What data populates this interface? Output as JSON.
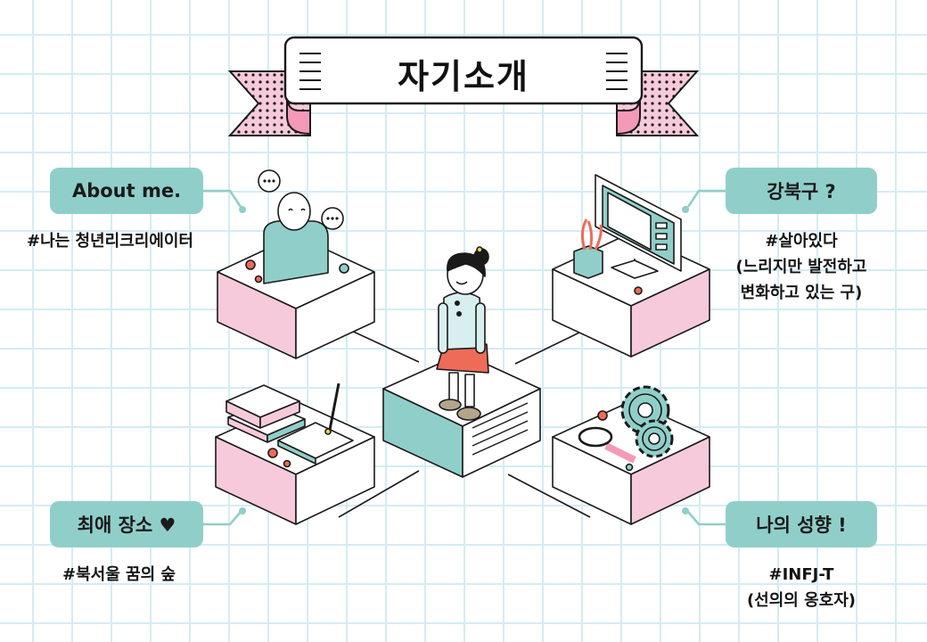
{
  "title": "자기소개",
  "sections": {
    "about": {
      "label": "About me.",
      "lines": [
        "#나는 청년리크리에이터"
      ]
    },
    "gangbuk": {
      "label": "강북구 ?",
      "lines": [
        "#살아있다",
        "(느리지만 발전하고",
        "변화하고 있는 구)"
      ]
    },
    "place": {
      "label": "최애 장소 ♥",
      "lines": [
        "#북서울 꿈의 숲"
      ]
    },
    "personality": {
      "label": "나의 성향 !",
      "lines": [
        "#INFJ-T",
        "(선의의 옹호자)"
      ]
    }
  },
  "colors": {
    "teal": "#90cfc9",
    "pink": "#f7cadb",
    "grid": "#d4ecf3",
    "skirt": "#ee6b57",
    "outline": "#1a1a1a"
  }
}
